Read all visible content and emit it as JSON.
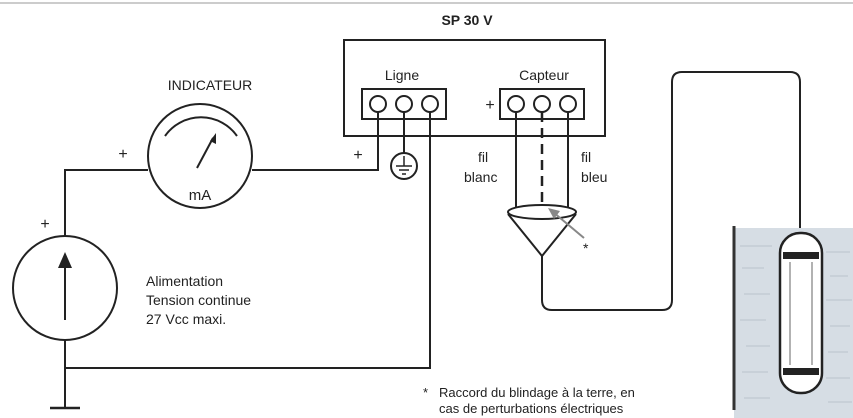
{
  "title": "SP 30 V",
  "labels": {
    "indicator": "INDICATEUR",
    "ligne": "Ligne",
    "capteur": "Capteur",
    "unit_ma": "mA",
    "fil_blanc_1": "fil",
    "fil_blanc_2": "blanc",
    "fil_bleu_1": "fil",
    "fil_bleu_2": "bleu",
    "alim_1": "Alimentation",
    "alim_2": "Tension continue",
    "alim_3": "27 Vcc maxi.",
    "star": "*",
    "footnote_star": "*",
    "footnote_1": "Raccord du blindage à la terre, en",
    "footnote_2": "cas de perturbations électriques",
    "plus_indicator": "+",
    "plus_ligne": "+",
    "plus_capteur": "+",
    "plus_supply": "+"
  },
  "colors": {
    "line": "#222222",
    "water": "#d6dde4",
    "water_edge": "#9aa7b3",
    "arrow_gray": "#888888"
  }
}
